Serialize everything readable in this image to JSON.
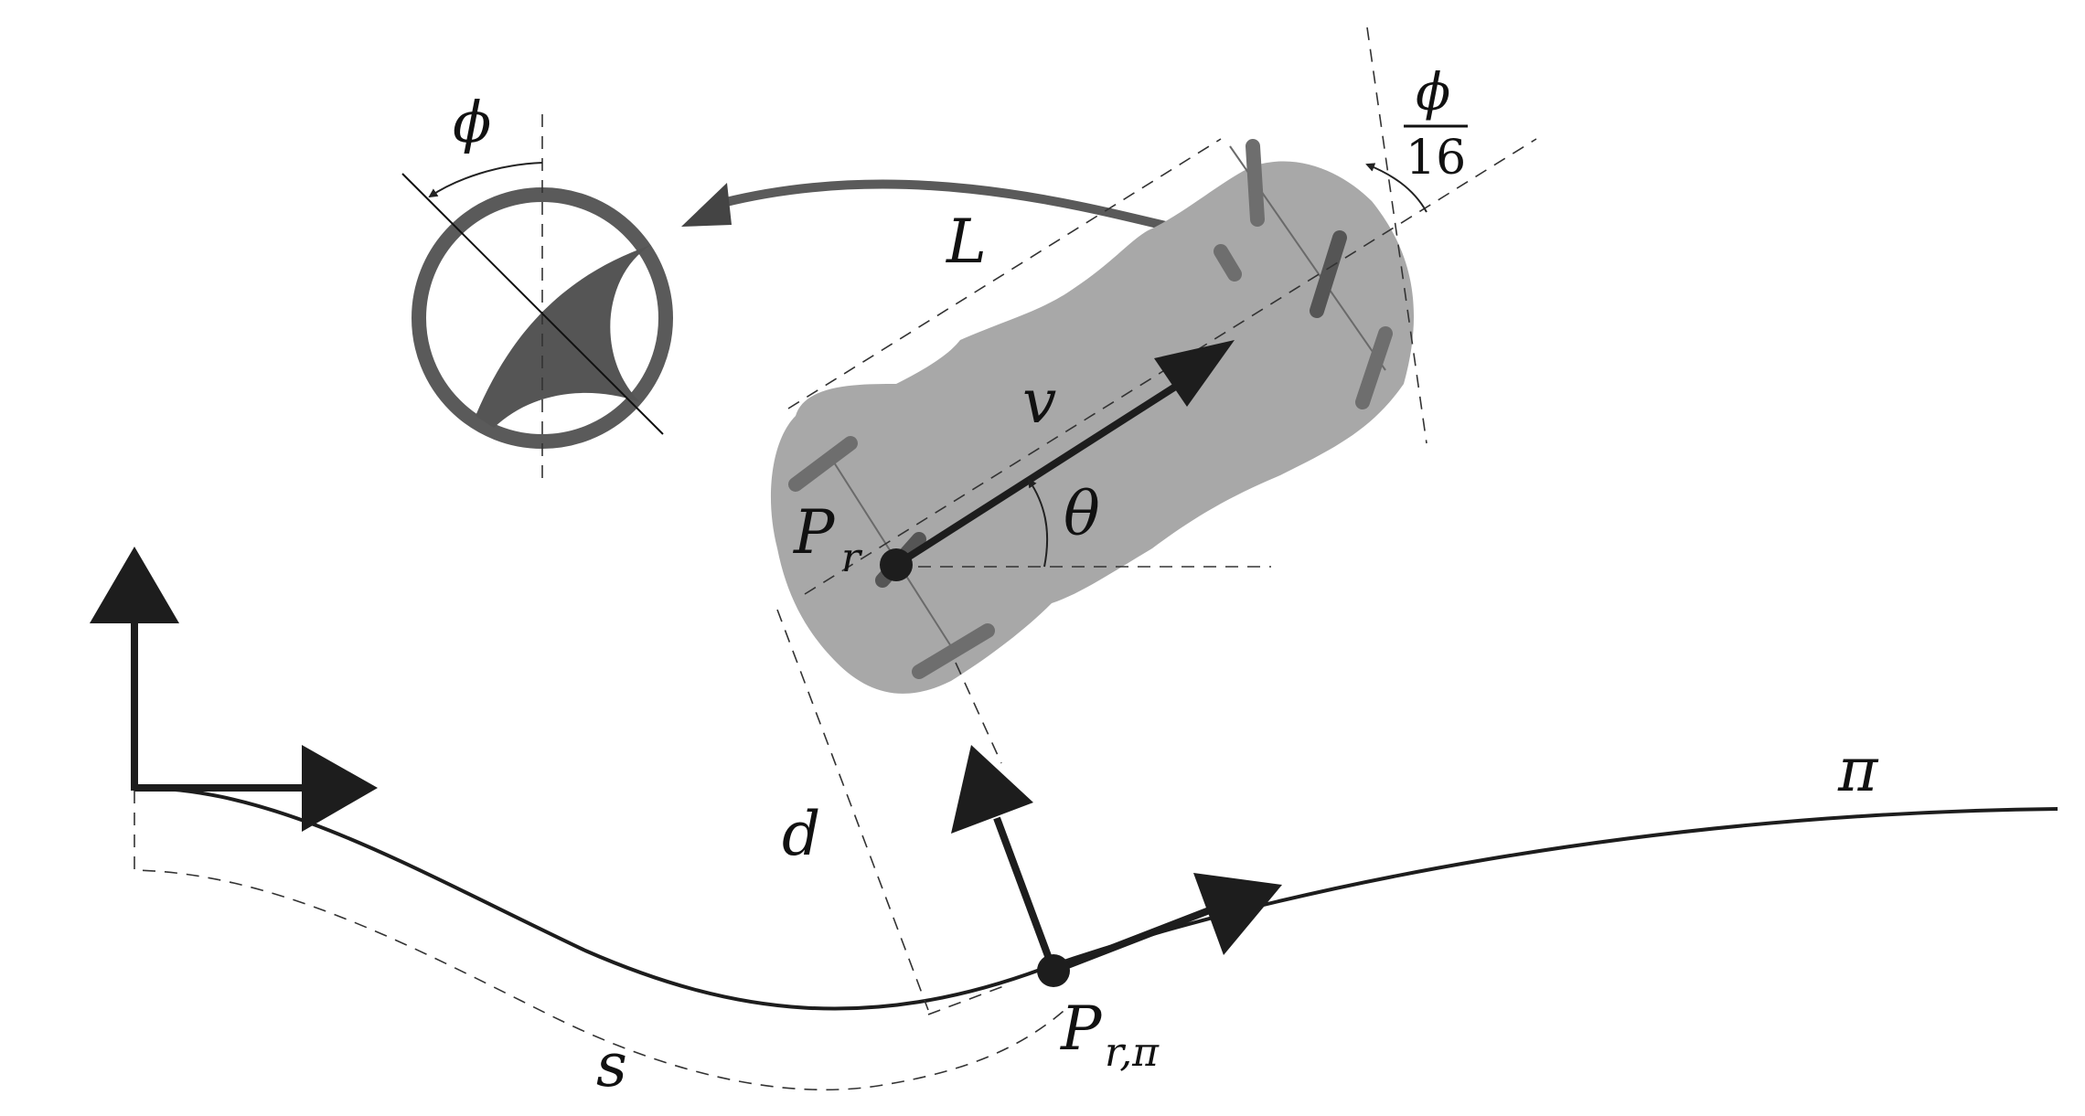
{
  "labels": {
    "phi": "ϕ",
    "phi_frac_num": "ϕ",
    "phi_frac_den": "16",
    "L": "L",
    "v": "v",
    "theta": "θ",
    "P_r_main": "P",
    "P_r_sub": "r",
    "d": "d",
    "pi": "π",
    "s": "s",
    "P_rpi_main": "P",
    "P_rpi_sub": "r,π"
  },
  "colors": {
    "vehicle_body": "#a8a8a8",
    "wheel": "#6e6e6e",
    "steering_wheel": "#5a5a5a",
    "ink": "#1d1d1d"
  },
  "icons": {
    "steering": "steering-wheel-icon",
    "vehicle": "car-top-view-icon"
  }
}
